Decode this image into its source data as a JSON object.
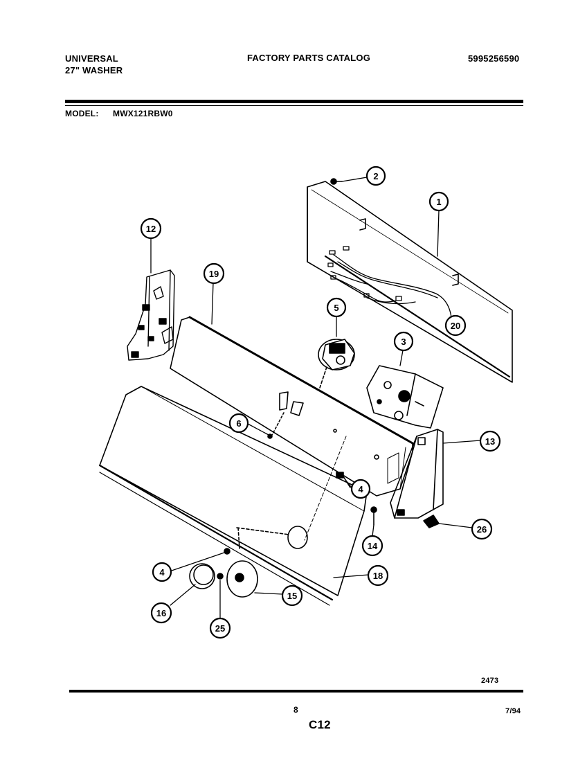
{
  "header": {
    "brand": "UNIVERSAL",
    "product": "27\" WASHER",
    "catalog_title": "FACTORY PARTS CATALOG",
    "catalog_number": "5995256590",
    "model_label": "MODEL:",
    "model_number": "MWX121RBW0"
  },
  "diagram": {
    "drawing_id": "2473",
    "callouts": [
      "1",
      "2",
      "3",
      "4",
      "4",
      "5",
      "6",
      "12",
      "13",
      "14",
      "15",
      "16",
      "18",
      "19",
      "20",
      "25",
      "26"
    ]
  },
  "footer": {
    "page_number": "8",
    "section_code": "C12",
    "date": "7/94"
  }
}
